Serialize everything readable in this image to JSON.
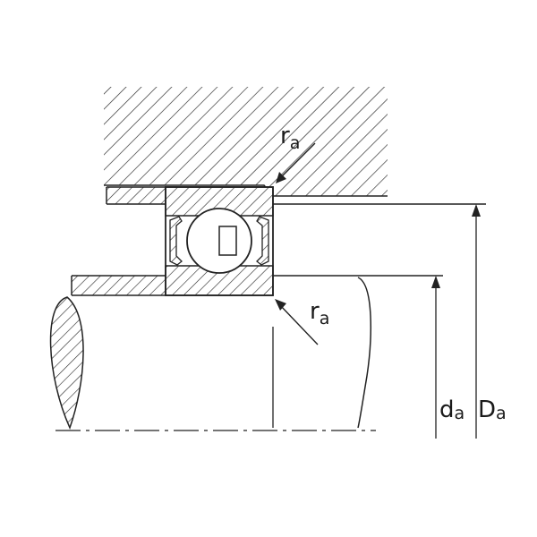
{
  "labels": {
    "fillet_radius": "r",
    "fillet_radius_sub": "a",
    "shaft_diameter": "d",
    "shaft_diameter_sub": "a",
    "housing_diameter": "D",
    "housing_diameter_sub": "a"
  }
}
